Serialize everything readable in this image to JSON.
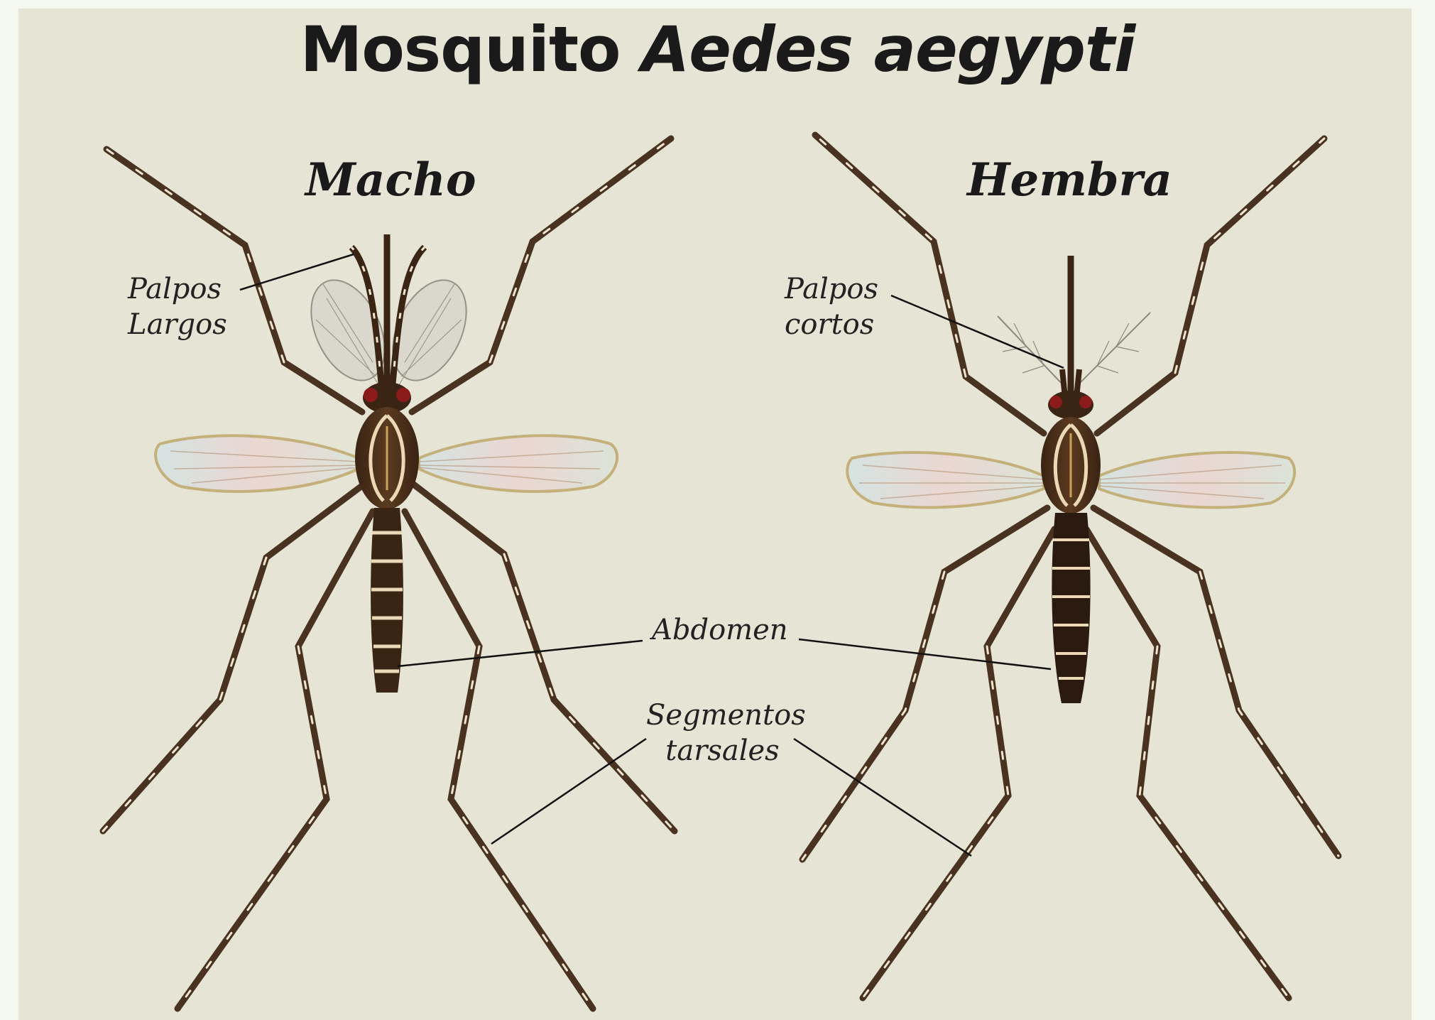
{
  "title": {
    "main": "Mosquito",
    "species": "Aedes aegypti"
  },
  "specimens": {
    "male": {
      "heading": "Macho"
    },
    "female": {
      "heading": "Hembra"
    }
  },
  "labels": {
    "palpos_largos": {
      "line1": "Palpos",
      "line2": "Largos"
    },
    "palpos_cortos": {
      "line1": "Palpos",
      "line2": "cortos"
    },
    "abdomen": "Abdomen",
    "segmentos_tarsales": {
      "line1": "Segmentos",
      "line2": "tarsales"
    }
  },
  "colors": {
    "page_border": "#f4f8ee",
    "background": "#e6e4d4",
    "body_dark": "#2b1a10",
    "body_brown": "#5a3a22",
    "stripe_light": "#ead9b4",
    "eye_red": "#8b1a1a",
    "wing_tint": "#d9cfc0",
    "leader_line": "#111111"
  }
}
